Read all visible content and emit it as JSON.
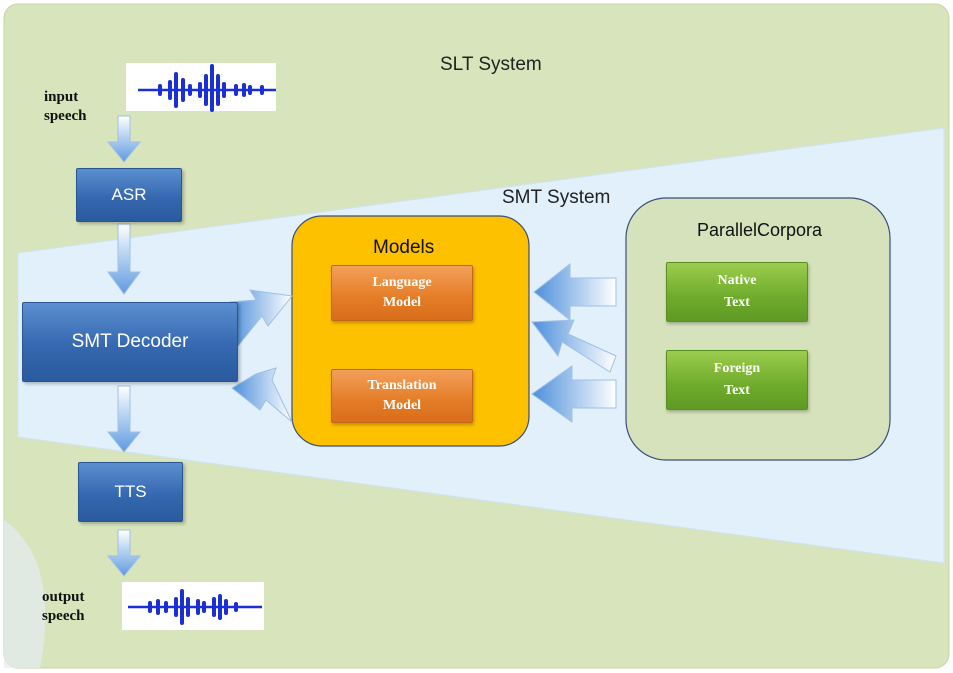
{
  "slt_system": {
    "label": "SLT System"
  },
  "smt_system": {
    "label": "SMT System"
  },
  "input_speech": {
    "label_line1": "input",
    "label_line2": "speech"
  },
  "output_speech": {
    "label_line1": "output",
    "label_line2": "speech"
  },
  "asr": {
    "label": "ASR"
  },
  "smt_decoder": {
    "label": "SMT Decoder"
  },
  "tts": {
    "label": "TTS"
  },
  "models": {
    "title": "Models",
    "language_model": {
      "line1": "Language",
      "line2": "Model"
    },
    "translation_model": {
      "line1": "Translation",
      "line2": "Model"
    }
  },
  "parallel_corpora": {
    "title": "ParallelCorpora",
    "native_text": {
      "line1": "Native",
      "line2": "Text"
    },
    "foreign_text": {
      "line1": "Foreign",
      "line2": "Text"
    }
  },
  "colors": {
    "slt_background": "#d8e4bc",
    "smt_background": "#e1f0fb",
    "models_fill": "#fdc100",
    "corpora_fill": "#d5e2bb",
    "waveform": "#1a2fd6"
  },
  "icons": [
    "waveform-icon",
    "arrow-down-icon",
    "arrow-left-icon"
  ]
}
